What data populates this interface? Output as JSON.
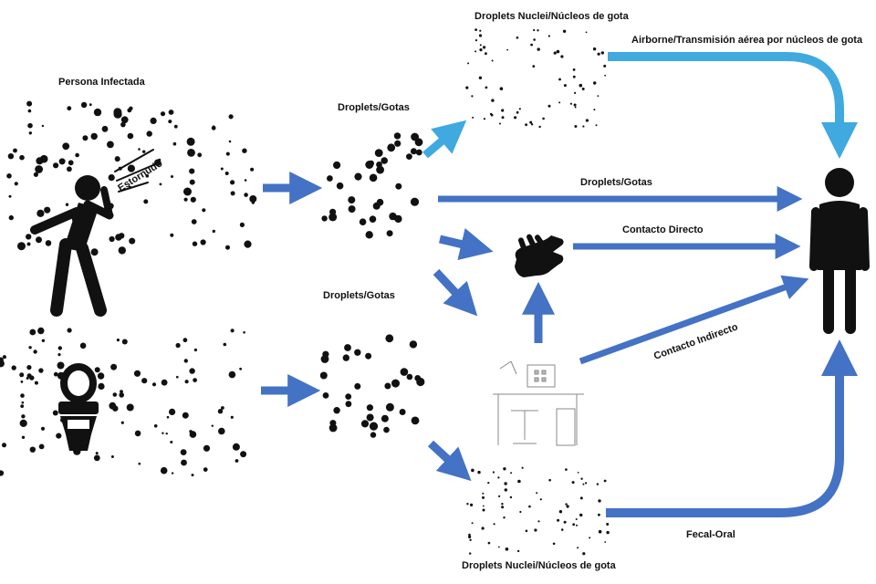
{
  "labels": {
    "infected_person": "Persona Infectada",
    "sneeze": "Estornudo",
    "droplets_top": "Droplets/Gotas",
    "droplets_bottom": "Droplets/Gotas",
    "nuclei_top": "Droplets Nuclei/Núcleos de gota",
    "nuclei_bottom": "Droplets Nuclei/Núcleos de gota",
    "airborne": "Airborne/Transmisión aérea por núcleos de gota",
    "droplets_route": "Droplets/Gotas",
    "direct_contact": "Contacto Directo",
    "indirect_contact": "Contacto Indirecto",
    "fecal_oral": "Fecal-Oral"
  },
  "colors": {
    "arrow_dark": "#4472c4",
    "arrow_light": "#3fa9e0",
    "ink": "#111111"
  },
  "icons": {
    "infected_person": "sneezing-person-icon",
    "toilet": "toilet-icon",
    "hand": "hand-icon",
    "workspace": "desk-workspace-icon",
    "healthy_person": "person-icon"
  }
}
